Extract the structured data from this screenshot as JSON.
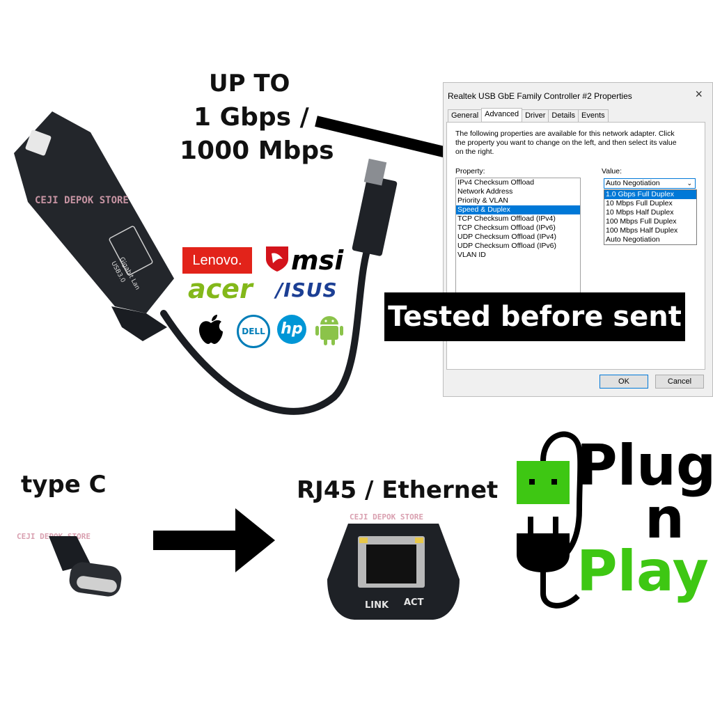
{
  "headline": {
    "line1": "UP TO",
    "line2": "1 Gbps /",
    "line3": "1000 Mbps"
  },
  "dialog": {
    "title": "Realtek USB GbE Family Controller #2 Properties",
    "close": "×",
    "tabs": [
      "General",
      "Advanced",
      "Driver",
      "Details",
      "Events"
    ],
    "description": "The following properties are available for this network adapter. Click the property you want to change on the left, and then select its value on the right.",
    "property_label": "Property:",
    "value_label": "Value:",
    "properties": [
      "IPv4 Checksum Offload",
      "Network Address",
      "Priority & VLAN",
      "Speed & Duplex",
      "TCP Checksum Offload (IPv4)",
      "TCP Checksum Offload (IPv6)",
      "UDP Checksum Offload (IPv4)",
      "UDP Checksum Offload (IPv6)",
      "VLAN ID"
    ],
    "selected_property": "Speed & Duplex",
    "value_selected": "Auto Negotiation",
    "value_options": [
      "1.0 Gbps Full Duplex",
      "10 Mbps Full Duplex",
      "10 Mbps Half Duplex",
      "100 Mbps Full Duplex",
      "100 Mbps Half Duplex",
      "Auto Negotiation"
    ],
    "highlighted_option": "1.0 Gbps Full Duplex",
    "ok": "OK",
    "cancel": "Cancel"
  },
  "badge": "Tested before sent",
  "brands": {
    "lenovo": "Lenovo.",
    "msi": "msi",
    "acer": "acer",
    "asus": "/ISUS",
    "dell": "DELL",
    "hp": "hp"
  },
  "adapter": {
    "label_top": "Gigabit Lan",
    "label_bottom": "USB3.0",
    "watermark": "CEJI DEPOK STORE"
  },
  "bottom": {
    "type_c": "type C",
    "rj45": "RJ45 / Ethernet",
    "link": "LINK",
    "act": "ACT",
    "watermark": "CEJI DEPOK STORE"
  },
  "plug": {
    "word1": "Plug",
    "word2": "n",
    "word3": "Play"
  },
  "colors": {
    "green": "#3ec713",
    "highlight": "#0078d7",
    "lenovo_red": "#e2231a",
    "acer_green": "#83b81a",
    "asus_blue": "#1c3f94",
    "android_green": "#8bc34a"
  }
}
